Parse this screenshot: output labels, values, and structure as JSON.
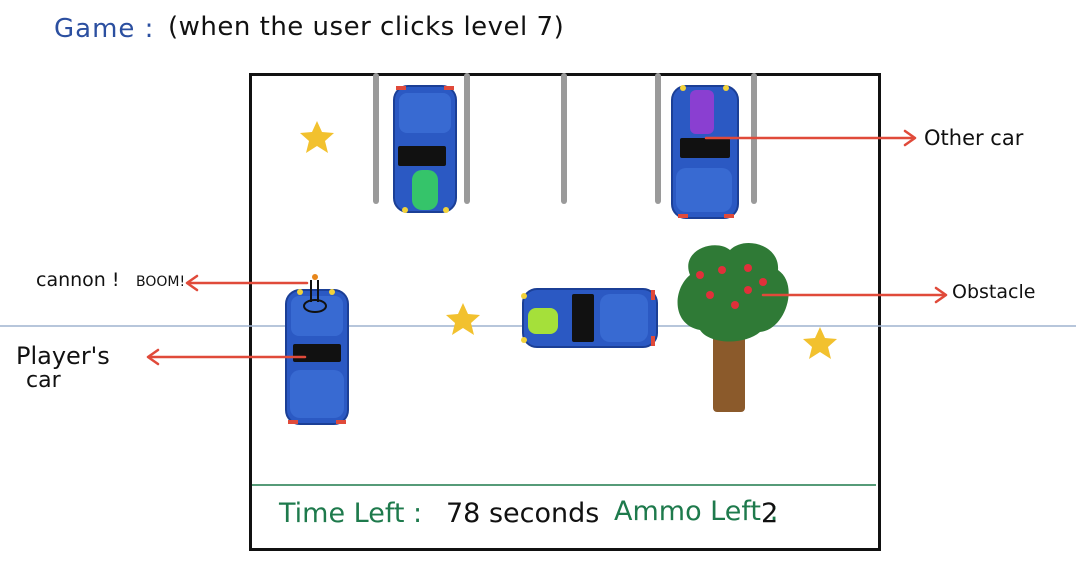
{
  "header": {
    "title": "Game :",
    "note": "(when the user clicks level 7)"
  },
  "hud": {
    "time_label": "Time Left :",
    "time_value": "78 seconds",
    "ammo_label": "Ammo Left :",
    "ammo_value": "2"
  },
  "annotations": {
    "other_car": "Other car",
    "obstacle": "Obstacle",
    "cannon": "cannon !",
    "boom": "BOOM!",
    "player_car_line1": "Player's",
    "player_car_line2": "car"
  },
  "colors": {
    "title_blue": "#2b4fa0",
    "hud_green": "#1e7a4c",
    "car_blue": "#2b59c3",
    "arrow_red": "#e04a3a",
    "star_yellow": "#f2c12e",
    "tree_green": "#2f7a36",
    "trunk_brown": "#8b5a2b"
  },
  "icons": [
    "star-icon",
    "tree-icon",
    "car-icon",
    "cannon-icon",
    "arrow-icon"
  ]
}
